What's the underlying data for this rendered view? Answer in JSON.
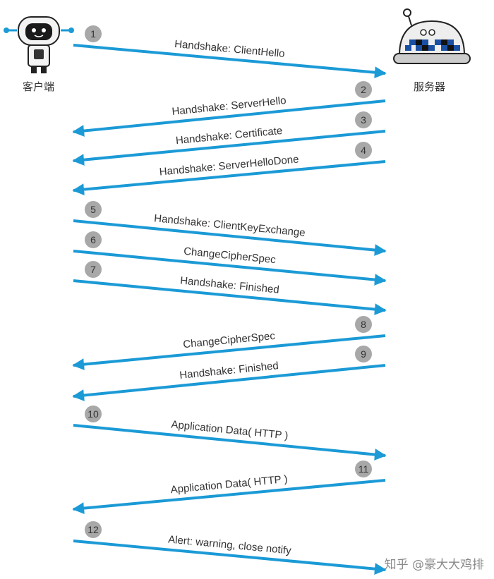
{
  "parties": {
    "client": "客户端",
    "server": "服务器"
  },
  "watermark": "知乎 @豪大大鸡排",
  "colors": {
    "arrow": "#1b9ad6",
    "step_circle": "#a8a8a8",
    "text": "#333333"
  },
  "messages": [
    {
      "step": "1",
      "text": "Handshake: ClientHello",
      "direction": "client-to-server"
    },
    {
      "step": "2",
      "text": "Handshake: ServerHello",
      "direction": "server-to-client"
    },
    {
      "step": "3",
      "text": "Handshake: Certificate",
      "direction": "server-to-client"
    },
    {
      "step": "4",
      "text": "Handshake: ServerHelloDone",
      "direction": "server-to-client"
    },
    {
      "step": "5",
      "text": "Handshake: ClientKeyExchange",
      "direction": "client-to-server"
    },
    {
      "step": "6",
      "text": "ChangeCipherSpec",
      "direction": "client-to-server"
    },
    {
      "step": "7",
      "text": "Handshake: Finished",
      "direction": "client-to-server"
    },
    {
      "step": "8",
      "text": "ChangeCipherSpec",
      "direction": "server-to-client"
    },
    {
      "step": "9",
      "text": "Handshake: Finished",
      "direction": "server-to-client"
    },
    {
      "step": "10",
      "text": "Application Data( HTTP )",
      "direction": "client-to-server"
    },
    {
      "step": "11",
      "text": "Application Data( HTTP )",
      "direction": "server-to-client"
    },
    {
      "step": "12",
      "text": "Alert: warning, close notify",
      "direction": "client-to-server"
    }
  ]
}
